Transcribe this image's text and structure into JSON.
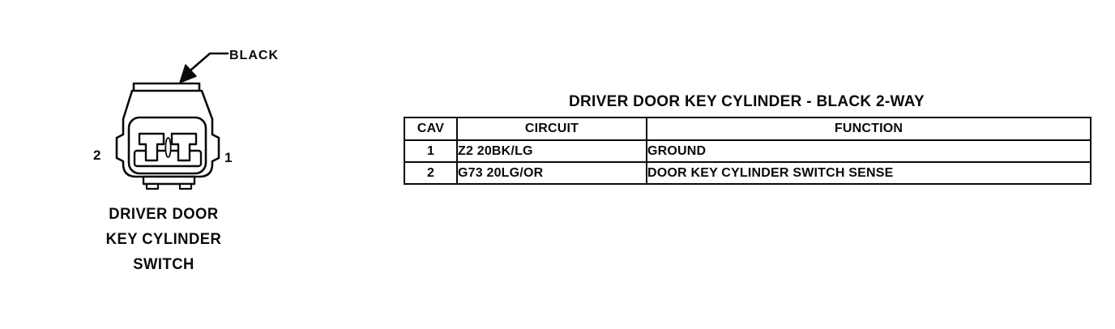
{
  "connector": {
    "black_label": "BLACK",
    "pin_left_label": "2",
    "pin_right_label": "1",
    "caption_line1": "DRIVER DOOR",
    "caption_line2": "KEY CYLINDER",
    "caption_line3": "SWITCH"
  },
  "table": {
    "title": "DRIVER DOOR KEY CYLINDER - BLACK 2-WAY",
    "headers": [
      "CAV",
      "CIRCUIT",
      "FUNCTION"
    ],
    "rows": [
      {
        "cav": "1",
        "circuit": "Z2 20BK/LG",
        "function": "GROUND"
      },
      {
        "cav": "2",
        "circuit": "G73 20LG/OR",
        "function": "DOOR KEY CYLINDER SWITCH SENSE"
      }
    ]
  },
  "colors": {
    "ink": "#0a0a0a",
    "background": "#ffffff"
  }
}
